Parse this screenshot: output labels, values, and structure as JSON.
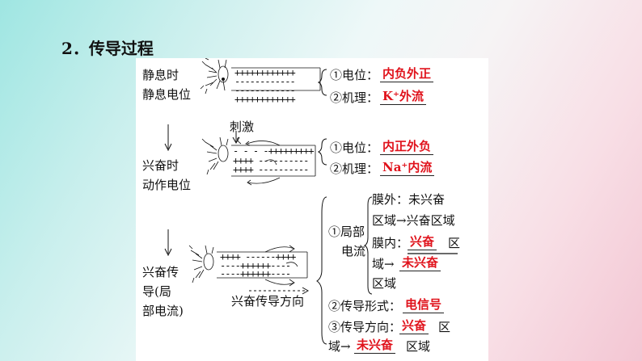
{
  "heading": "2．传导过程",
  "rest": {
    "label_line1": "静息时",
    "label_line2": "静息电位",
    "item1_prefix": "①电位：",
    "item1_answer": "内负外正",
    "item2_prefix": "②机理：",
    "item2_answer": "K⁺外流"
  },
  "excite": {
    "stimulus": "刺激",
    "label_line1": "兴奋时",
    "label_line2": "动作电位",
    "item1_prefix": "①电位：",
    "item1_answer": "内正外负",
    "item2_prefix": "②机理：",
    "item2_answer": "Na⁺内流"
  },
  "conduction": {
    "label_line1": "兴奋传",
    "label_line2": "导(局",
    "label_line3": "部电流)",
    "direction": "兴奋传导方向",
    "local_title_1": "①局部",
    "local_title_2": "电流",
    "outside_1": "膜外：未兴奋",
    "outside_2": "区域→兴奋区域",
    "inside_prefix": "膜内：",
    "inside_answer_1": "兴奋",
    "inside_suffix": "区",
    "inside_line2_prefix": "域→",
    "inside_answer_2": "未兴奋",
    "inside_line3": "区域",
    "form_prefix": "②传导形式：",
    "form_answer": "电信号",
    "dir_prefix": "③传导方向：",
    "dir_answer_1": "兴奋",
    "dir_suffix": "区",
    "dir_line2_prefix": "域→",
    "dir_answer_2": "未兴奋",
    "dir_line2_suffix": "区域"
  },
  "charges": {
    "plus_row": "++++++++++++",
    "minus_row": "------------",
    "excite_top": "- - - -+++++++++",
    "excite_mid": "++++ ----------",
    "cond_top": "++++ ------++++",
    "cond_mid": "----++++++----"
  }
}
